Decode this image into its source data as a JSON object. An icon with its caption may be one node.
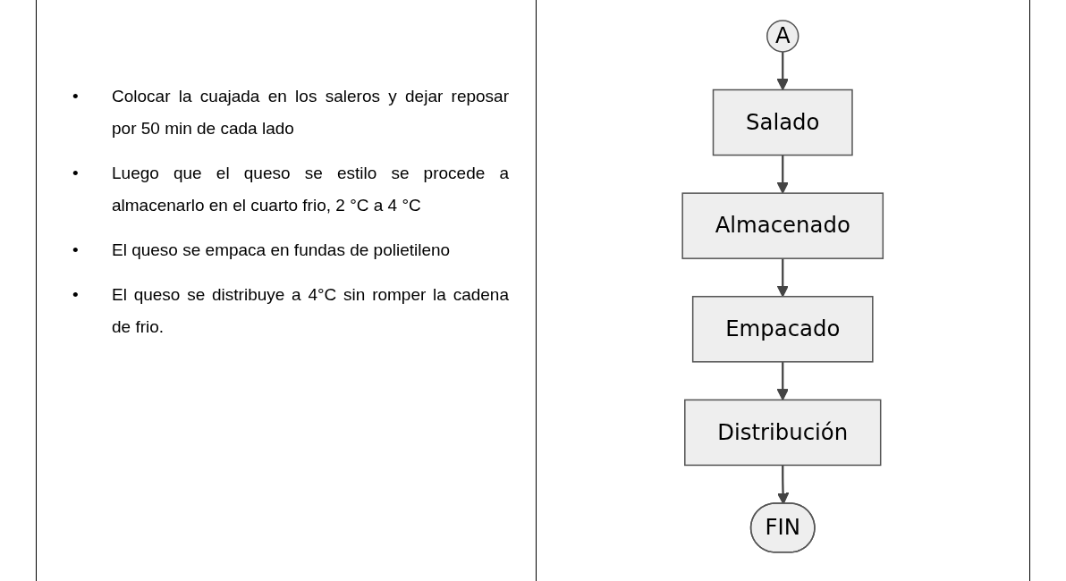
{
  "diagram": {
    "nodes": [
      {
        "text": [
          "A"
        ]
      },
      {
        "text": [
          "Salado"
        ]
      },
      {
        "text": [
          "Almacenado"
        ]
      },
      {
        "text": [
          "Empacado"
        ]
      },
      {
        "text": [
          "Distribución"
        ]
      },
      {
        "text": [
          "FIN"
        ]
      }
    ],
    "edges": [
      {
        "from": 0,
        "to": 1,
        "arrow": "to"
      },
      {
        "from": 1,
        "to": 2,
        "arrow": "to"
      },
      {
        "from": 2,
        "to": 3,
        "arrow": "to"
      },
      {
        "from": 3,
        "to": 4,
        "arrow": "to"
      },
      {
        "from": 4,
        "to": 5,
        "arrow": "to"
      }
    ],
    "labels": [
      "•",
      "Colocar la cuajada en los saleros y dejar reposar por 50 min de cada lado",
      "•",
      "Luego que el queso se estilo se procede a almacenarlo en el cuarto frio, 2 °C a 4 °C",
      "•",
      "El queso se empaca en fundas de polietileno",
      "•",
      "El queso se distribuye a 4°C sin romper la cadena de frio."
    ]
  }
}
